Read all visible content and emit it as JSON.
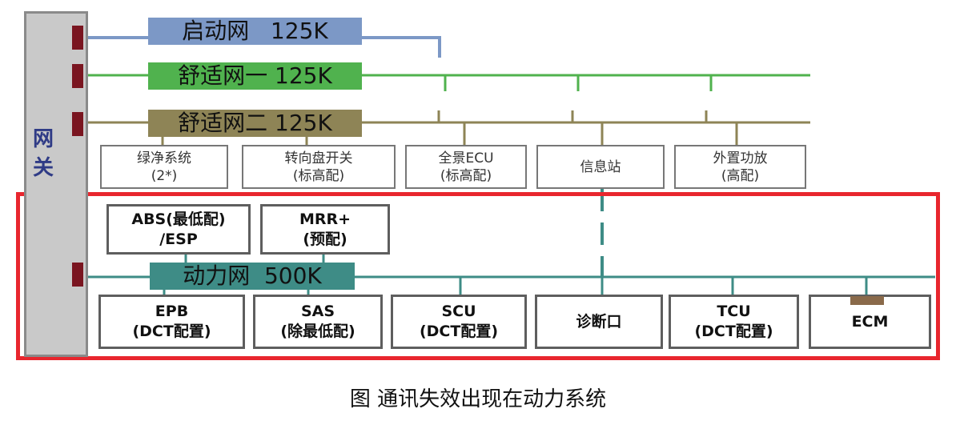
{
  "gateway": {
    "label": "网\n关",
    "color": "#c9c9c9",
    "port_color": "#7a1520"
  },
  "buses": [
    {
      "id": "start",
      "label": "启动网   125K",
      "color": "#7c98c6"
    },
    {
      "id": "comfort1",
      "label": "舒适网一 125K",
      "color": "#50b24e"
    },
    {
      "id": "comfort2",
      "label": "舒适网二 125K",
      "color": "#8e8456"
    },
    {
      "id": "power",
      "label": "动力网  500K",
      "color": "#3e8c86"
    }
  ],
  "comfort_nodes": [
    {
      "line1": "绿净系统",
      "line2": "(2*)"
    },
    {
      "line1": "转向盘开关",
      "line2": "(标高配)"
    },
    {
      "line1": "全景ECU",
      "line2": "(标高配)"
    },
    {
      "line1": "信息站",
      "line2": ""
    },
    {
      "line1": "外置功放",
      "line2": "(高配)"
    }
  ],
  "power_upper_nodes": [
    {
      "line1": "ABS(最低配)",
      "line2": "/ESP"
    },
    {
      "line1": "MRR+",
      "line2": "(预配)"
    }
  ],
  "power_lower_nodes": [
    {
      "line1": "EPB",
      "line2": "(DCT配置)"
    },
    {
      "line1": "SAS",
      "line2": "(除最低配)"
    },
    {
      "line1": "SCU",
      "line2": "(DCT配置)"
    },
    {
      "line1": "诊断口",
      "line2": ""
    },
    {
      "line1": "TCU",
      "line2": "(DCT配置)"
    },
    {
      "line1": "ECM",
      "line2": ""
    }
  ],
  "highlight_color": "#e8262e",
  "caption": "图 通讯失效出现在动力系统"
}
